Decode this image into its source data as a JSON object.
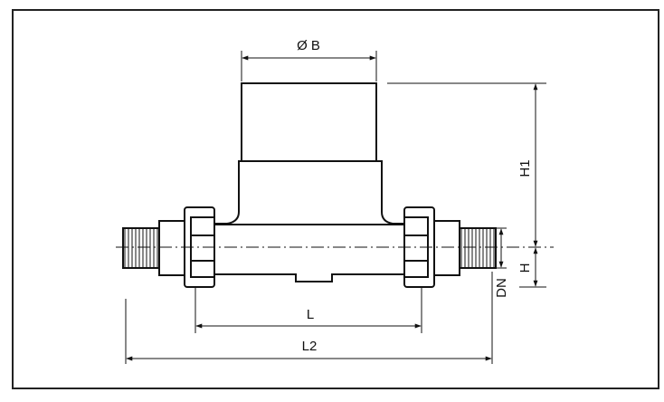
{
  "drawing": {
    "title": "",
    "dimensions": {
      "diameter_b": "Ø B",
      "h1": "H1",
      "h": "H",
      "dn": "DN",
      "l": "L",
      "l2": "L2"
    },
    "colors": {
      "line": "#111111",
      "frame": "#222222",
      "body_fill": "#ffffff"
    }
  }
}
